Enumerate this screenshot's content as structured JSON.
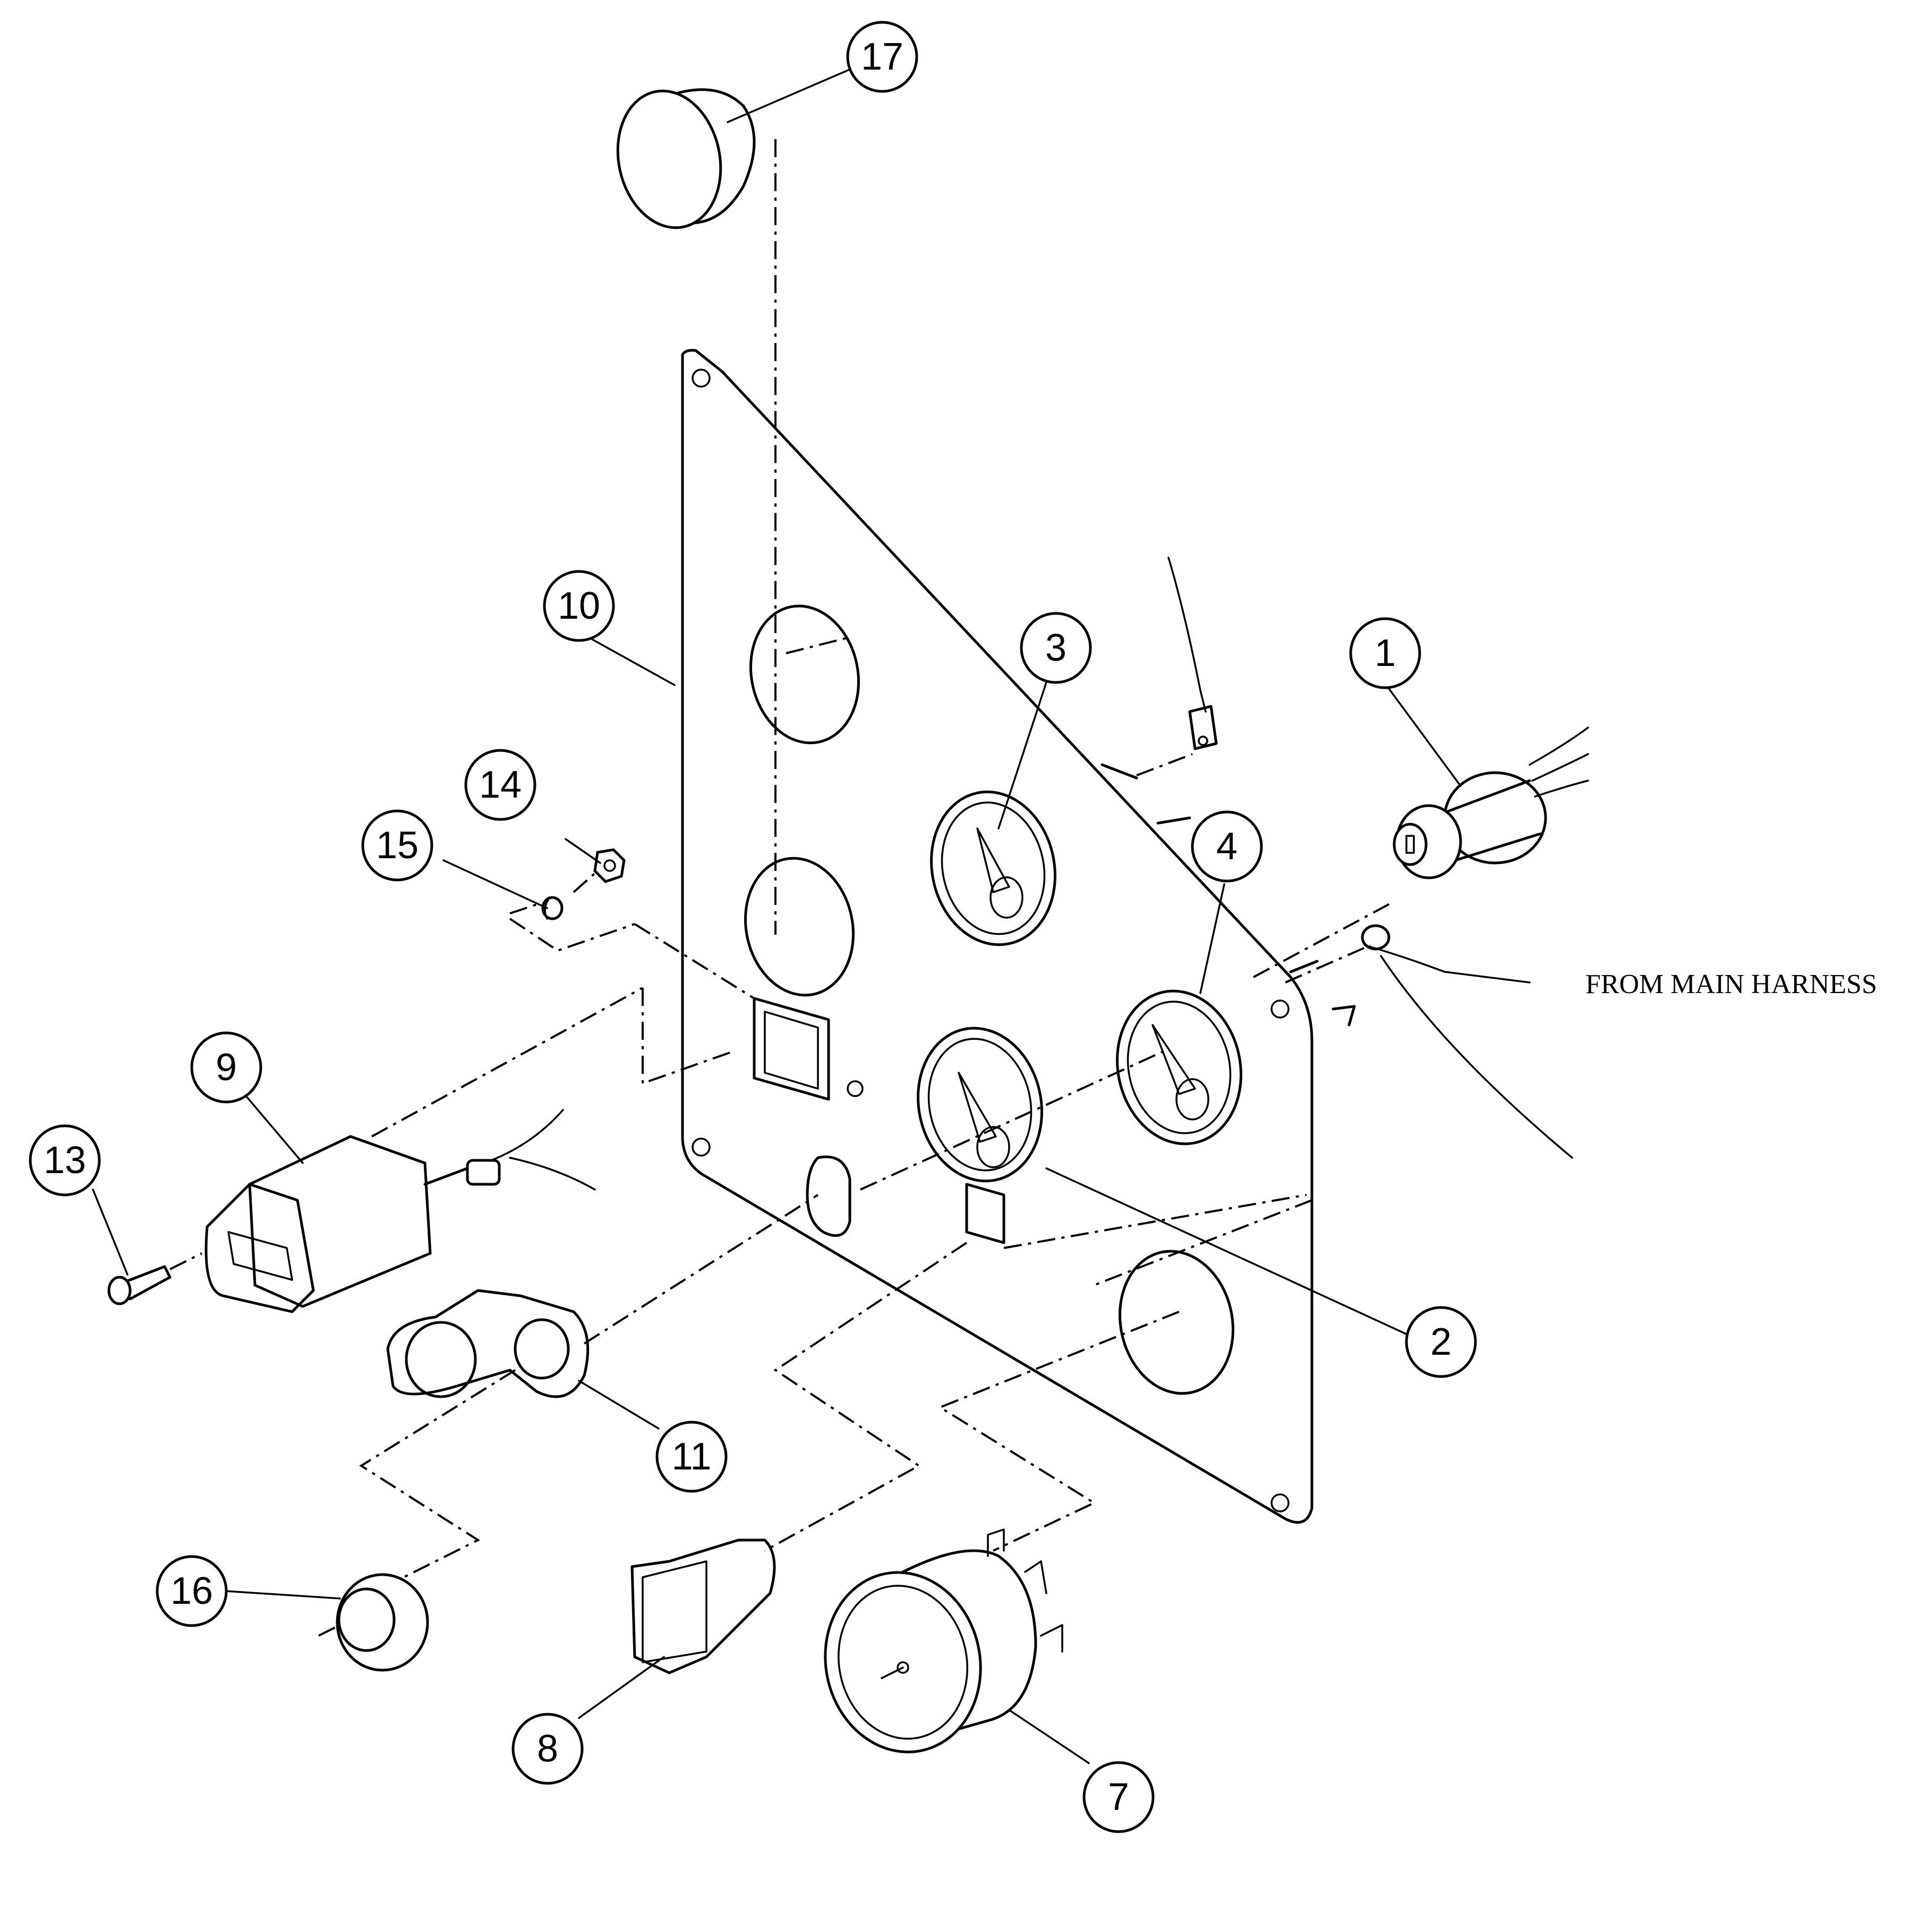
{
  "callouts": {
    "c1": "1",
    "c2": "2",
    "c3": "3",
    "c4": "4",
    "c7": "7",
    "c8": "8",
    "c9": "9",
    "c10": "10",
    "c11": "11",
    "c13": "13",
    "c14": "14",
    "c15": "15",
    "c16": "16",
    "c17": "17"
  },
  "notes": {
    "harness": "FROM MAIN HARNESS"
  }
}
